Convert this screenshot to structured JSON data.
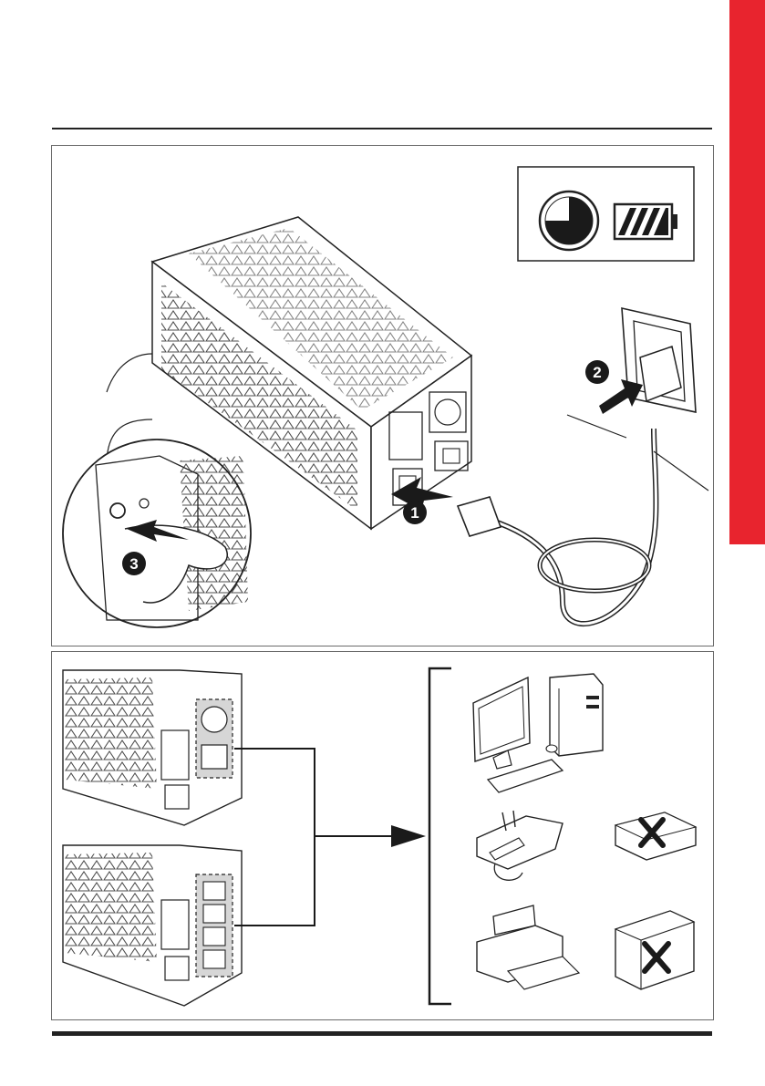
{
  "page": {
    "accent_color": "#e8242e",
    "ink_color": "#1a1a1a"
  },
  "figure_1": {
    "steps": [
      {
        "number": "1",
        "icon": "iec-inlet-connector-icon"
      },
      {
        "number": "2",
        "icon": "wall-socket-plug-icon"
      },
      {
        "number": "3",
        "icon": "power-button-press-icon"
      }
    ],
    "status_box": {
      "icons": [
        "clock-icon",
        "battery-charging-icon"
      ]
    }
  },
  "figure_2": {
    "ups_variants": [
      "ups-schuko-iec-outlets",
      "ups-four-iec-outlets"
    ],
    "allowed_loads": [
      "computer-workstation-icon",
      "fax-machine-icon",
      "inkjet-printer-icon"
    ],
    "forbidden_loads": [
      "laser-printer-crossed-icon",
      "photocopier-crossed-icon"
    ]
  }
}
